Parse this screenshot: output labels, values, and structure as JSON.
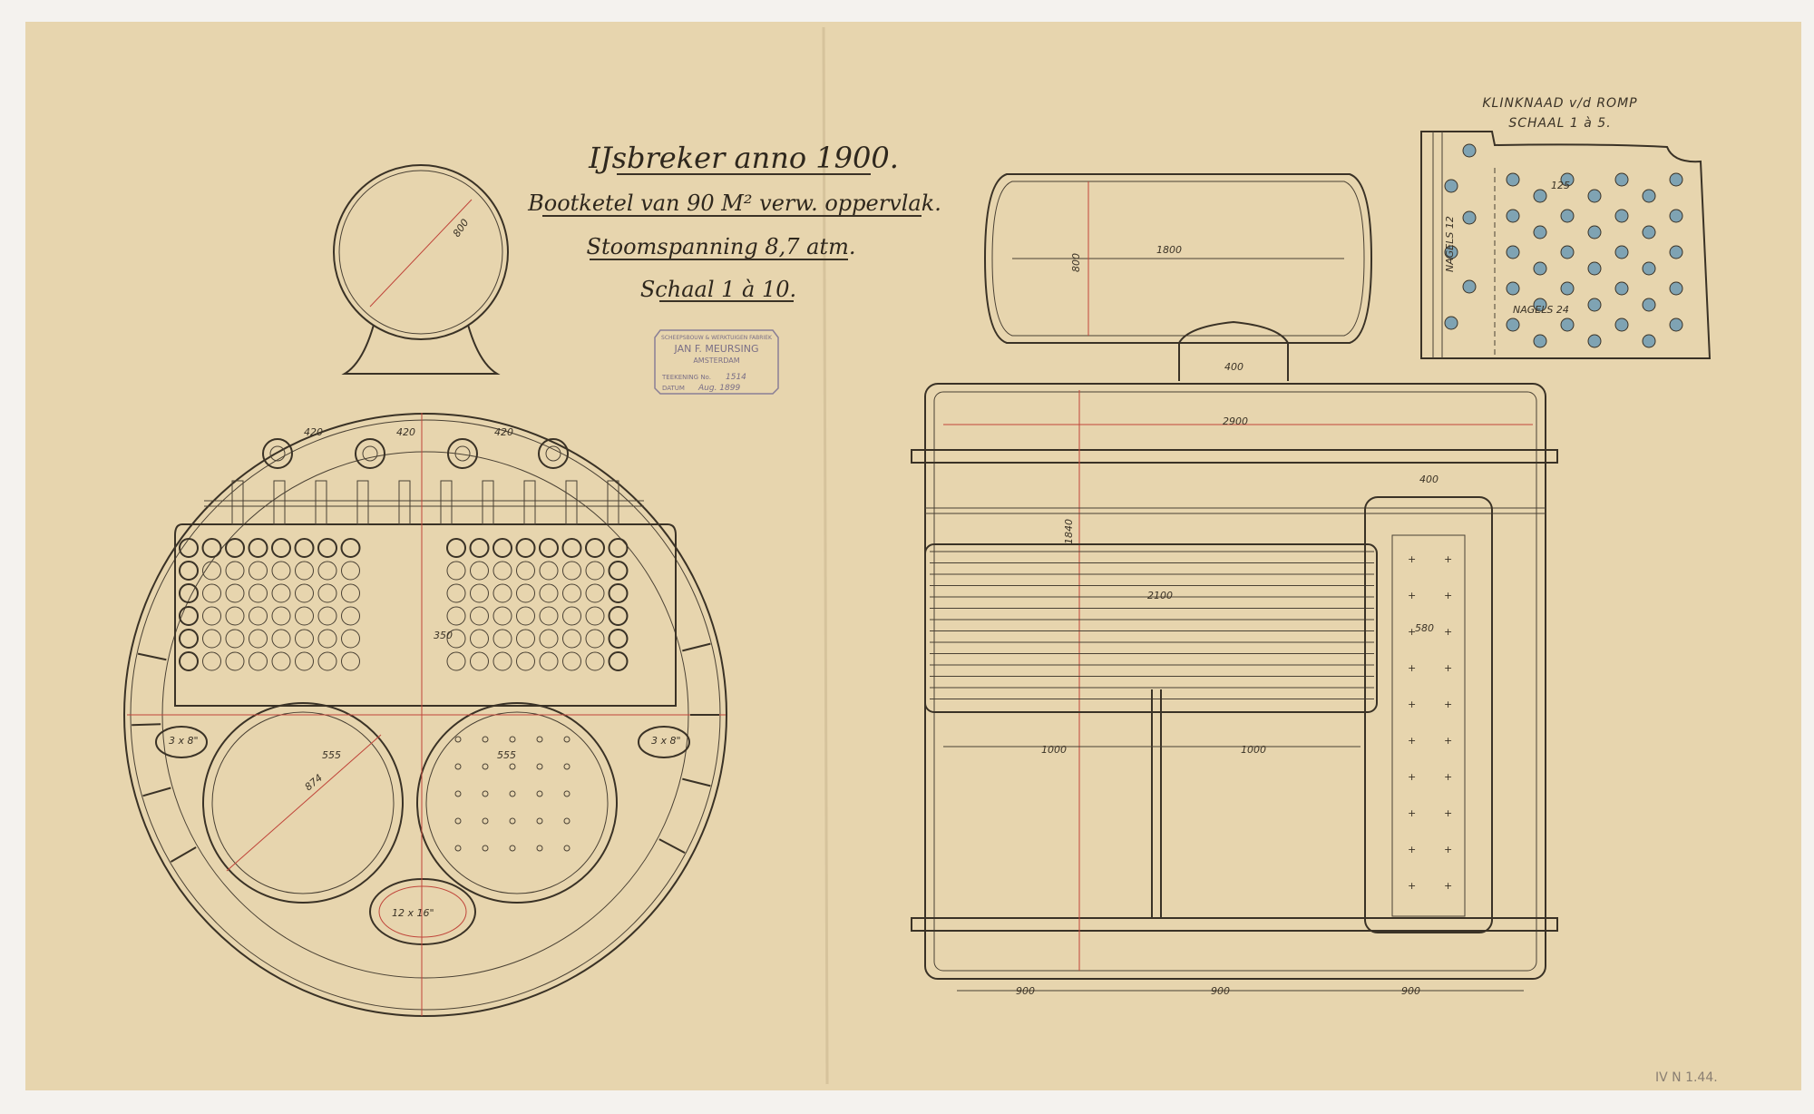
{
  "title": {
    "line1": "IJsbreker anno 1900.",
    "line2": "Bootketel van 90 M² verw. oppervlak.",
    "line3": "Stoomspanning 8,7 atm.",
    "line4": "Schaal 1 à 10."
  },
  "stamp": {
    "line1": "SCHEEPSBOUW & WERKTUIGEN FABRIEK",
    "line2": "JAN F. MEURSING",
    "line3": "AMSTERDAM",
    "drawing_label": "TEEKENING No.",
    "drawing_no": "1514",
    "date_label": "DATUM",
    "date": "Aug. 1899"
  },
  "detail": {
    "title": "KLINKNAAD v/d ROMP",
    "scale": "SCHAAL 1 à 5.",
    "label_nagels_left": "NAGELS 12",
    "label_nagels_bottom": "NAGELS 24",
    "dim_pitch": "125"
  },
  "dimensions": {
    "drum_length": "1800",
    "drum_dia": "800",
    "neck": "400",
    "shell_length": "2900",
    "height": "1840",
    "tubes": "2100",
    "furnace_a": "1000",
    "furnace_b": "1000",
    "base_1": "900",
    "base_2": "900",
    "base_3": "900",
    "chamber": "580",
    "chamber_top": "400",
    "stay_pitch_1": "420",
    "stay_pitch_2": "420",
    "stay_pitch_3": "420",
    "furnace_left": "555",
    "furnace_right": "555",
    "dome": "800",
    "mid": "350",
    "manhole": "12 x 16\"",
    "handhole_l": "3 x 8\"",
    "handhole_r": "3 x 8\"",
    "furnace_dia": "874"
  },
  "archive_mark": "IV N 1.44."
}
